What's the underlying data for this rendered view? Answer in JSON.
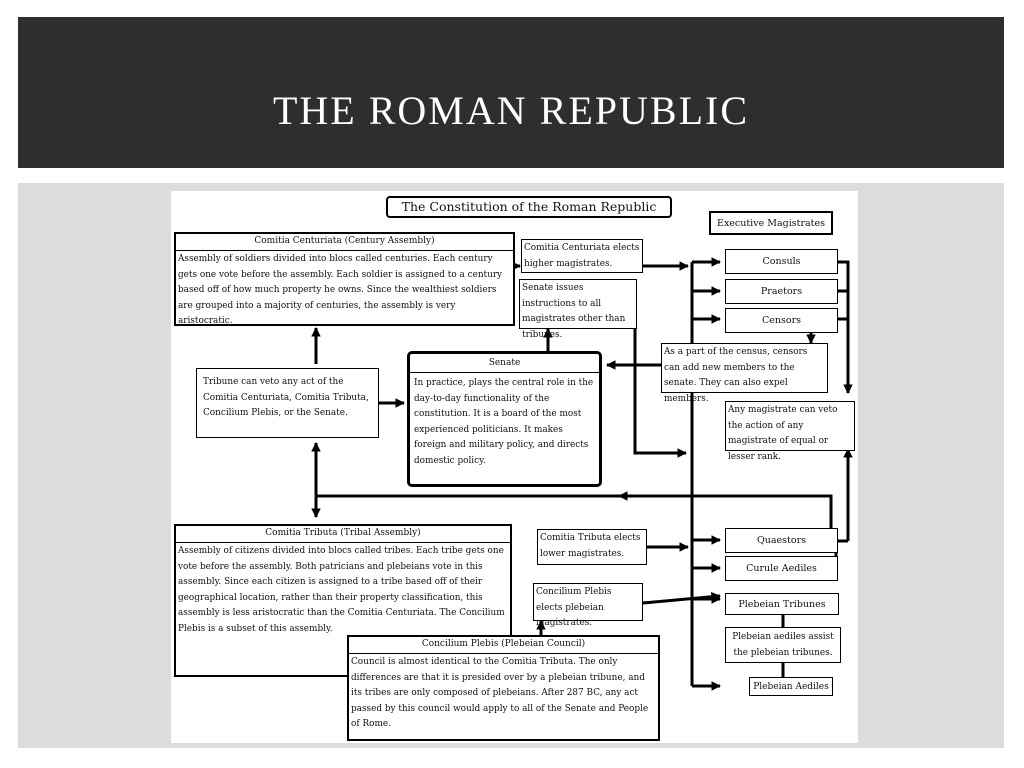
{
  "slide": {
    "title": "THE ROMAN REPUBLIC"
  },
  "diagram": {
    "title": "The Constitution of the Roman Republic",
    "century_assembly": {
      "title": "Comitia Centuriata (Century Assembly)",
      "body": "Assembly of soldiers divided into blocs called centuries. Each century gets one vote before the assembly. Each soldier is assigned to a century based off of how much property he owns. Since the wealthiest soldiers are grouped into a majority of centuries, the assembly is very aristocratic."
    },
    "centuriata_elects_note": "Comitia Centuriata elects higher magistrates.",
    "senate_instructions_note": "Senate issues instructions to all magistrates other than tribunes.",
    "executive_magistrates_label": "Executive Magistrates",
    "consuls_label": "Consuls",
    "praetors_label": "Praetors",
    "censors_label": "Censors",
    "censors_note": "As a part of the census, censors can add new members to the senate. They can also expel members.",
    "veto_note": "Any magistrate can veto the action of any magistrate of equal or lesser rank.",
    "tribune_veto_note": "Tribune can veto any act of the Comitia Centuriata, Comitia Tributa, Concilium Plebis, or the Senate.",
    "senate": {
      "title": "Senate",
      "body": "In practice, plays the central role in the day-to-day functionality of the constitution. It is a board of the most experienced politicians. It makes foreign and military policy, and directs domestic policy."
    },
    "tribal_assembly": {
      "title": "Comitia Tributa (Tribal Assembly)",
      "body": "Assembly of citizens divided into blocs called tribes. Each tribe gets one vote before the assembly. Both patricians and plebeians vote in this assembly. Since each citizen is assigned to a tribe based off of their geographical location, rather than their property classification, this assembly is less aristocratic than the Comitia Centuriata. The Concilium Plebis is a subset of this assembly."
    },
    "tributa_elects_note": "Comitia Tributa elects lower magistrates.",
    "plebis_elects_note": "Concilium Plebis elects plebeian magistrates.",
    "plebeian_council": {
      "title": "Concilium Plebis (Plebeian Council)",
      "body": "Council is almost identical to the Comitia Tributa. The only differences are that it is presided over by a plebeian tribune, and its tribes are only composed of plebeians. After 287 BC, any act passed by this council would apply to all of the Senate and People of Rome."
    },
    "quaestors_label": "Quaestors",
    "curule_aediles_label": "Curule Aediles",
    "plebeian_tribunes_label": "Plebeian Tribunes",
    "aediles_assist_note": "Plebeian aediles assist the plebeian tribunes.",
    "plebeian_aediles_label": "Plebeian Aediles"
  }
}
